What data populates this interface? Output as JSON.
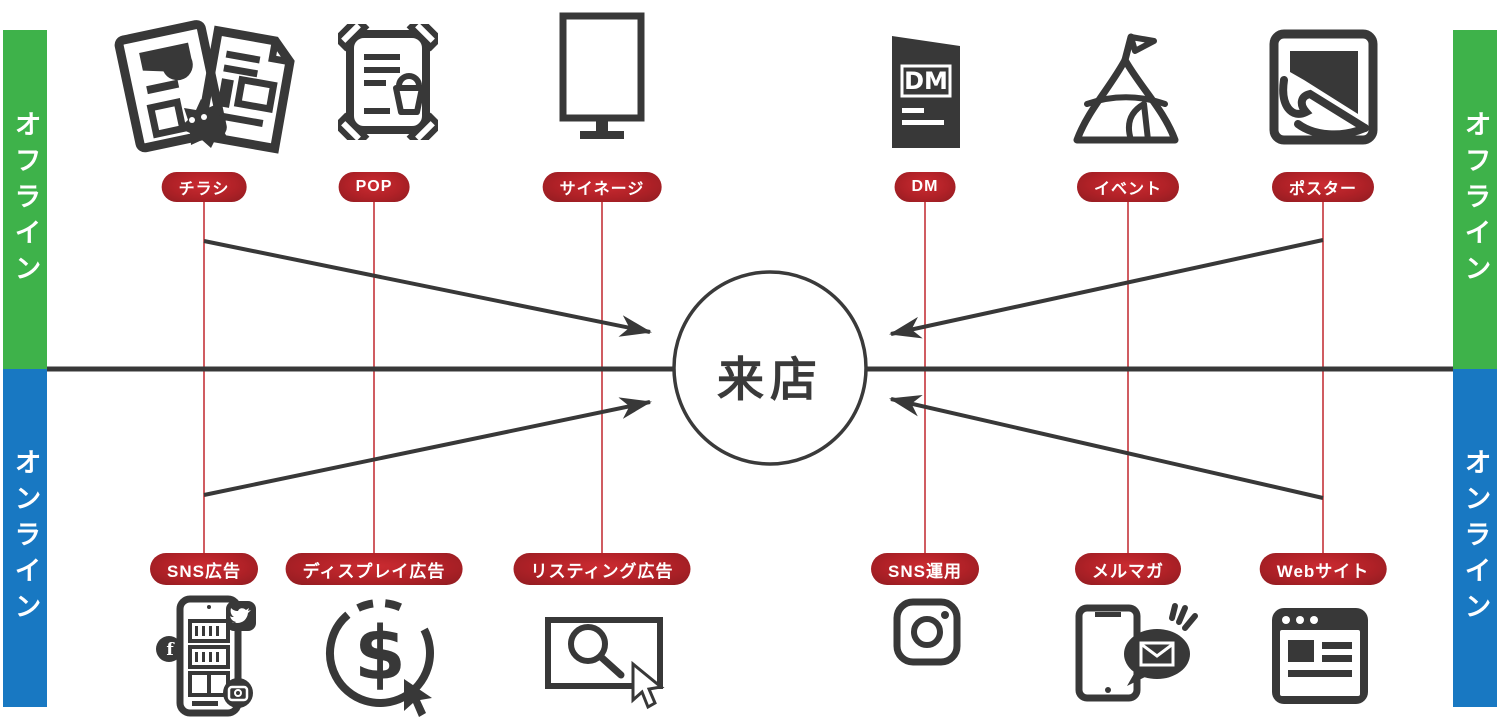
{
  "diagram": {
    "center_label": "来店",
    "bars": {
      "offline_label": "オフライン",
      "online_label": "オンライン"
    },
    "offline_channels": [
      {
        "label": "チラシ",
        "icon": "flyer-icon"
      },
      {
        "label": "POP",
        "icon": "pop-icon"
      },
      {
        "label": "サイネージ",
        "icon": "signage-icon"
      },
      {
        "label": "DM",
        "icon": "dm-icon"
      },
      {
        "label": "イベント",
        "icon": "event-tent-icon"
      },
      {
        "label": "ポスター",
        "icon": "poster-icon"
      }
    ],
    "online_channels": [
      {
        "label": "SNS広告",
        "icon": "sns-ad-phone-icon"
      },
      {
        "label": "ディスプレイ広告",
        "icon": "display-ad-coin-icon"
      },
      {
        "label": "リスティング広告",
        "icon": "listing-ad-search-icon"
      },
      {
        "label": "SNS運用",
        "icon": "instagram-icon"
      },
      {
        "label": "メルマガ",
        "icon": "mail-magazine-icon"
      },
      {
        "label": "Webサイト",
        "icon": "website-icon"
      }
    ],
    "icon_texts": {
      "dm": "DM",
      "dollar": "$",
      "facebook_f": "f"
    },
    "colors": {
      "offline_green": "#3EB24A",
      "online_blue": "#1878C2",
      "pill_red": "#b02127",
      "connector_red": "#c1272d",
      "dark": "#383838"
    }
  }
}
